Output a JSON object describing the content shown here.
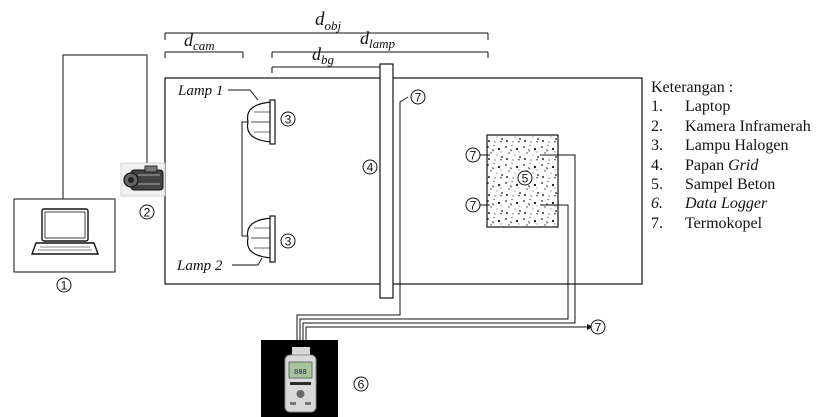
{
  "dims": {
    "d_obj": {
      "main": "d",
      "sub": "obj"
    },
    "d_cam": {
      "main": "d",
      "sub": "cam"
    },
    "d_lamp": {
      "main": "d",
      "sub": "lamp"
    },
    "d_bg": {
      "main": "d",
      "sub": "bg"
    }
  },
  "lamps": {
    "lamp1": "Lamp 1",
    "lamp2": "Lamp 2"
  },
  "markers": {
    "laptop": "1",
    "camera": "2",
    "lamp": "3",
    "grid": "4",
    "sample": "5",
    "logger": "6",
    "thermocouple": "7"
  },
  "legend": {
    "title": "Keterangan :",
    "items": [
      {
        "num": "1.",
        "text": "Laptop"
      },
      {
        "num": "2.",
        "text": "Kamera Inframerah"
      },
      {
        "num": "3.",
        "text": "Lampu Halogen"
      },
      {
        "num": "4.",
        "text": "Papan ",
        "emph": "Grid"
      },
      {
        "num": "5.",
        "text": "Sampel Beton"
      },
      {
        "num": "6.",
        "text": "Data Logger",
        "italic": true
      },
      {
        "num": "7.",
        "text": "Termokopel"
      }
    ]
  },
  "logger_screen": {
    "reading": "088"
  }
}
